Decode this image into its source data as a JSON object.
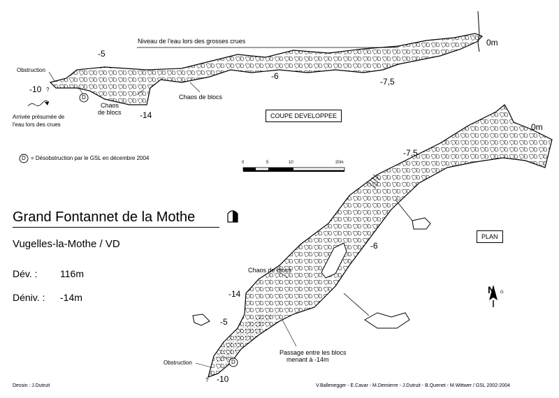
{
  "section": {
    "water_level": "Niveau de l'eau lors des grosses crues",
    "obstruction": "Obstruction",
    "arrival_line1": "Arrivée présumée de",
    "arrival_line2": "l'eau lors des crues",
    "chaos_line1": "Chaos",
    "chaos_line2": "de blocs",
    "chaos_right": "Chaos de blocs",
    "question": "?",
    "depths": {
      "d0": "0m",
      "d5": "-5",
      "d6": "-6",
      "d75": "-7,5",
      "d10": "-10",
      "d14": "-14"
    },
    "box_label": "COUPE DEVELOPPEE"
  },
  "legend": {
    "symbol": "D",
    "text": "=  Désobstruction par le GSL en décembre 2004"
  },
  "scale_bar": {
    "ticks": [
      "0",
      "5",
      "10",
      "20m"
    ]
  },
  "title": "Grand Fontannet de la Mothe",
  "location": "Vugelles-la-Mothe / VD",
  "stats": {
    "dev_label": "Dév. :",
    "dev_value": "116m",
    "deniv_label": "Déniv. :",
    "deniv_value": "-14m"
  },
  "plan": {
    "box_label": "PLAN",
    "d0": "0m",
    "d75": "-7,5",
    "d6": "-6",
    "d14": "-14",
    "d5": "-5",
    "d10": "-10",
    "chaos": "Chaos de blocs",
    "passage_line1": "Passage entre les blocs",
    "passage_line2": "menant à -14m",
    "obstruction": "Obstruction",
    "question": "?",
    "symbol": "D"
  },
  "north": {
    "letter": "N",
    "sub": "G"
  },
  "footer": {
    "drawing": "Dessin : J.Dutruit",
    "credits": "V.Ballenegger - E.Cavar - M.Demierre - J.Dutruit - B.Quenet - M.Wittwer  /  GSL 2002-2004"
  }
}
